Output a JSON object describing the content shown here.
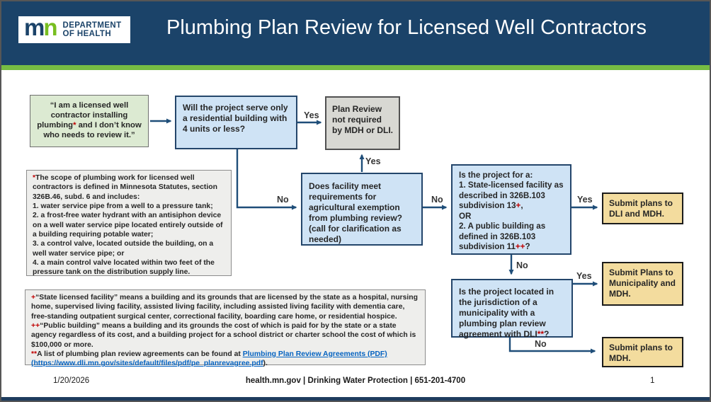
{
  "header": {
    "title": "Plumbing Plan Review for Licensed Well Contractors",
    "logo": {
      "m": "m",
      "n": "n",
      "dept_line1": "DEPARTMENT",
      "dept_line2": "OF HEALTH"
    }
  },
  "colors": {
    "header_navy": "#1b4369",
    "accent_green": "#76bc43",
    "box_blue": "#cfe3f5",
    "box_green": "#dcead2",
    "box_gray": "#d8d8d3",
    "box_yellow": "#f3dc9e",
    "arrow_navy": "#1f4e79",
    "marker_red": "#c00000",
    "link_blue": "#0563c1"
  },
  "flow": {
    "labels": {
      "yes": "Yes",
      "no": "No"
    },
    "start": {
      "pre": "“I am a licensed well contractor installing plumbing",
      "marker": "*",
      "post": " and I don’t know who needs to review it.”"
    },
    "q_residential": "Will the project serve only a residential building with 4 units or less?",
    "no_review": "Plan Review not required by MDH or DLI.",
    "q_agricultural": "Does facility meet requirements for agricultural exemption from plumbing review? (call for clarification as needed)",
    "q_facility": {
      "line1": "Is the project for a:",
      "item1": "1. State-licensed facility as described in 326B.103 subdivision 13",
      "item1_marker": "+",
      "item1_end": ",",
      "or": "OR",
      "item2": "2. A public building as defined in 326B.103 subdivision 11",
      "item2_marker": "++",
      "item2_end": "?"
    },
    "q_jurisdiction": {
      "pre": "Is the project located in the jurisdiction of a municipality with a plumbing plan review agreement with DLI",
      "marker": "**",
      "end": "?"
    },
    "submit_dli_mdh": "Submit plans to DLI and MDH.",
    "submit_municipality": "Submit Plans to Municipality and MDH.",
    "submit_mdh": "Submit plans to MDH."
  },
  "notes": {
    "scope": {
      "marker": "*",
      "intro": "The scope of plumbing work for licensed well contractors is defined in Minnesota Statutes, section 326B.46, subd. 6 and includes:",
      "items": [
        "1. water service pipe from a well to a pressure tank;",
        "2. a frost-free water hydrant with an antisiphon device on a well water service pipe located entirely outside of a building requiring potable water;",
        "3. a control valve, located outside the building, on a well water service pipe; or",
        "4. a main control valve located within two feet of the pressure tank on the distribution supply line."
      ]
    },
    "definitions": {
      "plus_marker": "+",
      "plus_text": "“State licensed facility” means a building and its grounds that are licensed by the state as a hospital, nursing home, supervised living facility, assisted living facility, including assisted living facility with dementia care, free-standing outpatient surgical center, correctional facility, boarding care home, or residential hospice.",
      "plusplus_marker": "++",
      "plusplus_text": "“Public building” means a building and its grounds the cost of which is paid for by the state or a state agency regardless of its cost, and a building project for a school district or charter school the cost of which is $100,000 or more.",
      "star_marker": "**",
      "star_text": "A list of plumbing plan review agreements can be found at ",
      "link_text": "Plumbing Plan Review Agreements (PDF)",
      "link_url_text": "(https://www.dli.mn.gov/sites/default/files/pdf/pe_planrevagree.pdf",
      "link_suffix": ")."
    }
  },
  "footer": {
    "date": "1/20/2026",
    "center": "health.mn.gov | Drinking Water Protection | 651-201-4700",
    "page": "1"
  }
}
